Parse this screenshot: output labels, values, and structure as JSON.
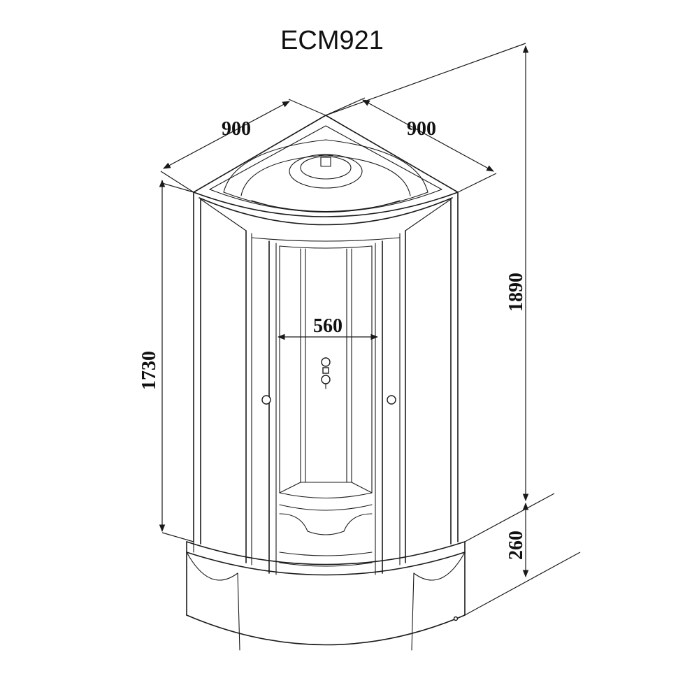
{
  "title": "ECM921",
  "dimensions": {
    "width_left": "900",
    "width_right": "900",
    "door_opening": "560",
    "cabin_height": "1730",
    "total_height": "1890",
    "tray_height": "260"
  }
}
